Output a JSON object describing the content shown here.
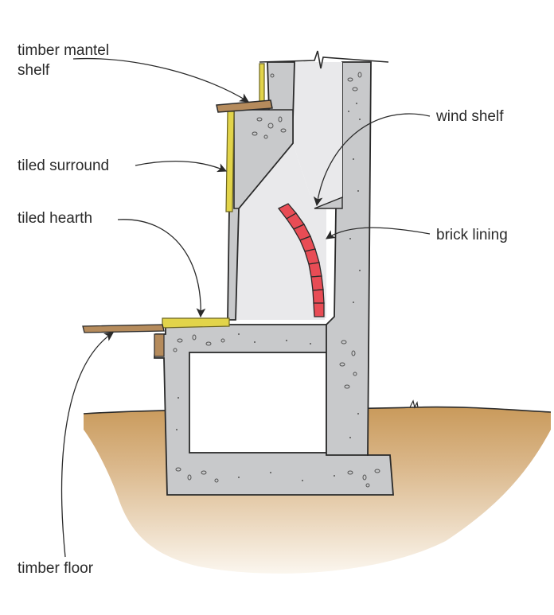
{
  "labels": {
    "timber_mantel_shelf": [
      "timber mantel",
      "shelf"
    ],
    "tiled_surround": "tiled surround",
    "tiled_hearth": "tiled hearth",
    "timber_floor": "timber floor",
    "wind_shelf": "wind shelf",
    "brick_lining": "brick lining"
  },
  "colors": {
    "concrete": "#c8c9cb",
    "concrete_dark": "#9a9b9d",
    "flue": "#e9e9eb",
    "earth": "#c99a5b",
    "earth_light": "#f1dfc4",
    "brick": "#e84c55",
    "tile": "#e2d44a",
    "timber": "#b58b5c",
    "ink": "#2a2a2a"
  }
}
